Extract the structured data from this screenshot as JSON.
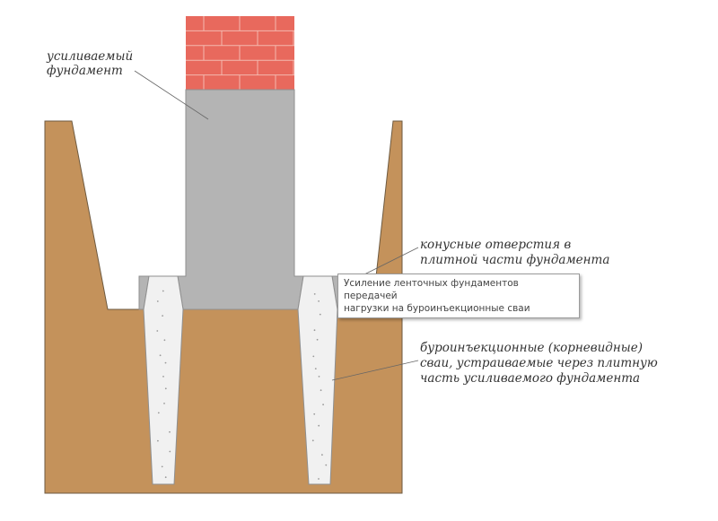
{
  "colors": {
    "soil": "#c4925b",
    "brick": "#e8695d",
    "brick_mortar": "#f4b9ae",
    "concrete": "#b4b4b4",
    "concrete_edge": "#8f8f8f",
    "pile": "#f1f1f1",
    "outline": "#555555"
  },
  "labels": {
    "foundation_line1": "усиливаемый",
    "foundation_line2": "фундамент",
    "cone_line1": "конусные отверстия в",
    "cone_line2": "плитной части фундамента",
    "piles_line1": "буроинъекционные (корневидные)",
    "piles_line2": "сваи, устраиваемые через плитную",
    "piles_line3": "часть усиливаемого фундамента"
  },
  "tooltip": {
    "line1": "Усиление ленточных фундаментов передачей",
    "line2": "нагрузки на буроинъекционные сваи"
  }
}
